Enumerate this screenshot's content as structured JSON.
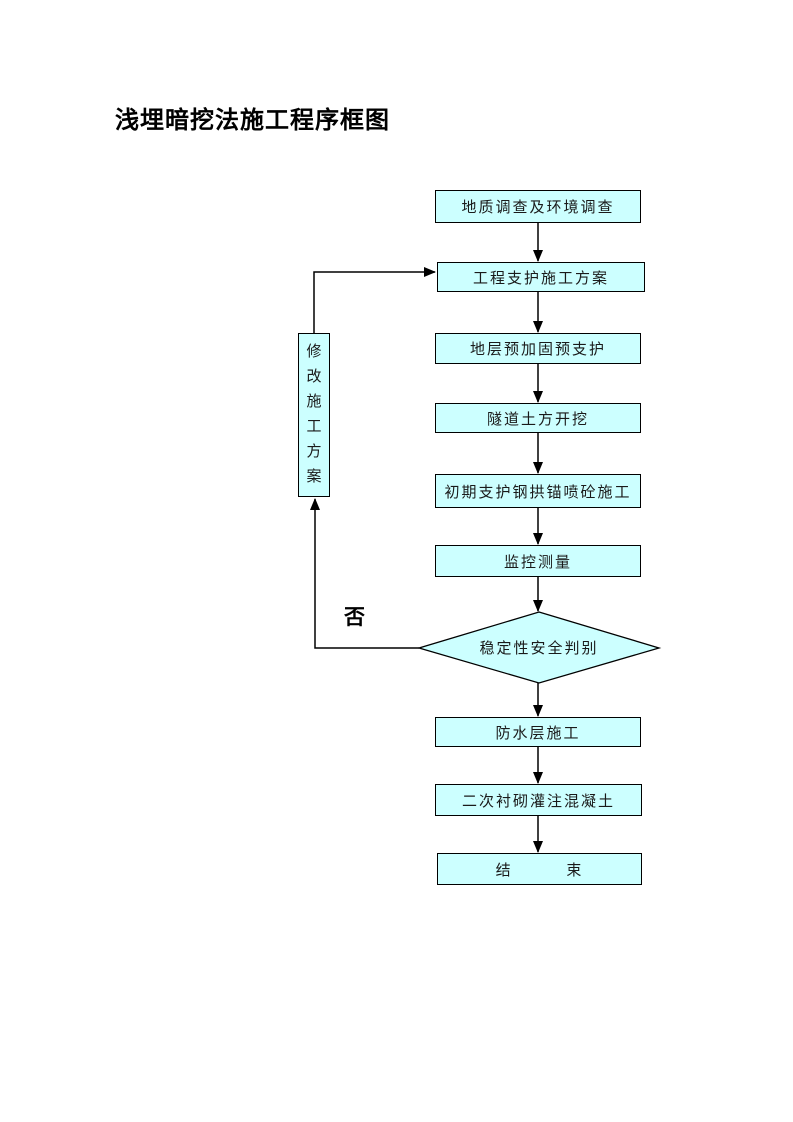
{
  "title": "浅埋暗挖法施工程序框图",
  "colors": {
    "node_fill": "#ccffff",
    "node_border": "#000000",
    "connector": "#000000",
    "page_background": "#ffffff",
    "text": "#1a1a1a"
  },
  "flowchart": {
    "nodes": [
      {
        "id": "survey",
        "type": "process",
        "label": "地质调查及环境调查"
      },
      {
        "id": "support-plan",
        "type": "process",
        "label": "工程支护施工方案"
      },
      {
        "id": "pre-reinforcement",
        "type": "process",
        "label": "地层预加固预支护"
      },
      {
        "id": "excavation",
        "type": "process",
        "label": "隧道土方开挖"
      },
      {
        "id": "initial-support",
        "type": "process",
        "label": "初期支护钢拱锚喷砼施工"
      },
      {
        "id": "monitoring",
        "type": "process",
        "label": "监控测量"
      },
      {
        "id": "stability-check",
        "type": "decision",
        "label": "稳定性安全判别"
      },
      {
        "id": "waterproof-layer",
        "type": "process",
        "label": "防水层施工"
      },
      {
        "id": "secondary-lining",
        "type": "process",
        "label": "二次衬砌灌注混凝土"
      },
      {
        "id": "end",
        "type": "process",
        "label": "结 束"
      }
    ],
    "feedback_box": {
      "id": "revise-plan",
      "label": "修改施工方案",
      "label_vertical": "修\n改\n施\n工\n方\n案"
    },
    "edge_labels": {
      "no": "否"
    }
  }
}
